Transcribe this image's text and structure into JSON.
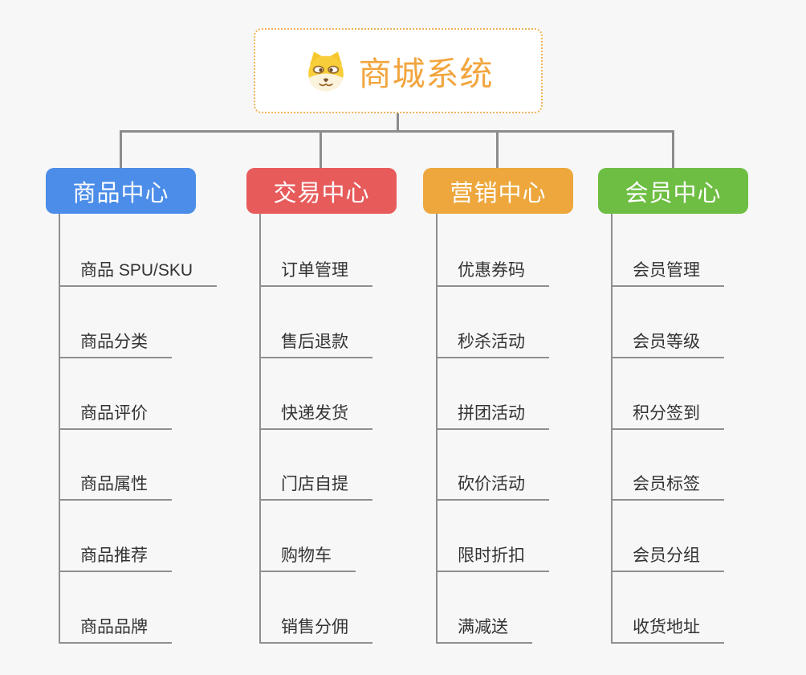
{
  "root": {
    "title": "商城系统",
    "icon": "shiba-dog-icon"
  },
  "branches": [
    {
      "id": "product-center",
      "label": "商品中心",
      "color": "#4B8DE8",
      "items": [
        "商品 SPU/SKU",
        "商品分类",
        "商品评价",
        "商品属性",
        "商品推荐",
        "商品品牌"
      ]
    },
    {
      "id": "trade-center",
      "label": "交易中心",
      "color": "#E85B5B",
      "items": [
        "订单管理",
        "售后退款",
        "快递发货",
        "门店自提",
        "购物车",
        "销售分佣"
      ]
    },
    {
      "id": "marketing-center",
      "label": "营销中心",
      "color": "#EDA73D",
      "items": [
        "优惠券码",
        "秒杀活动",
        "拼团活动",
        "砍价活动",
        "限时折扣",
        "满减送"
      ]
    },
    {
      "id": "member-center",
      "label": "会员中心",
      "color": "#6EBE43",
      "items": [
        "会员管理",
        "会员等级",
        "积分签到",
        "会员标签",
        "会员分组",
        "收货地址"
      ]
    }
  ],
  "colors": {
    "background": "#F7F7F7",
    "connector": "#8C8C8C",
    "underline": "#8F8F8F",
    "root_text": "#F2A53E",
    "root_border": "#F2B157",
    "leaf_text": "#333333"
  }
}
